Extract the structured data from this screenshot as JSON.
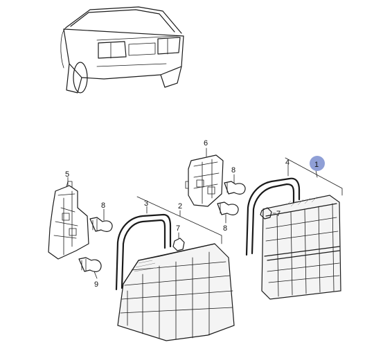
{
  "callouts": {
    "p1": "1",
    "p2": "2",
    "p3": "3",
    "p4": "4",
    "p5": "5",
    "p6": "6",
    "p7a": "7",
    "p7b": "7",
    "p8a": "8",
    "p8b": "8",
    "p8c": "8",
    "p9": "9"
  },
  "highlight_color": "#8f9fd6"
}
